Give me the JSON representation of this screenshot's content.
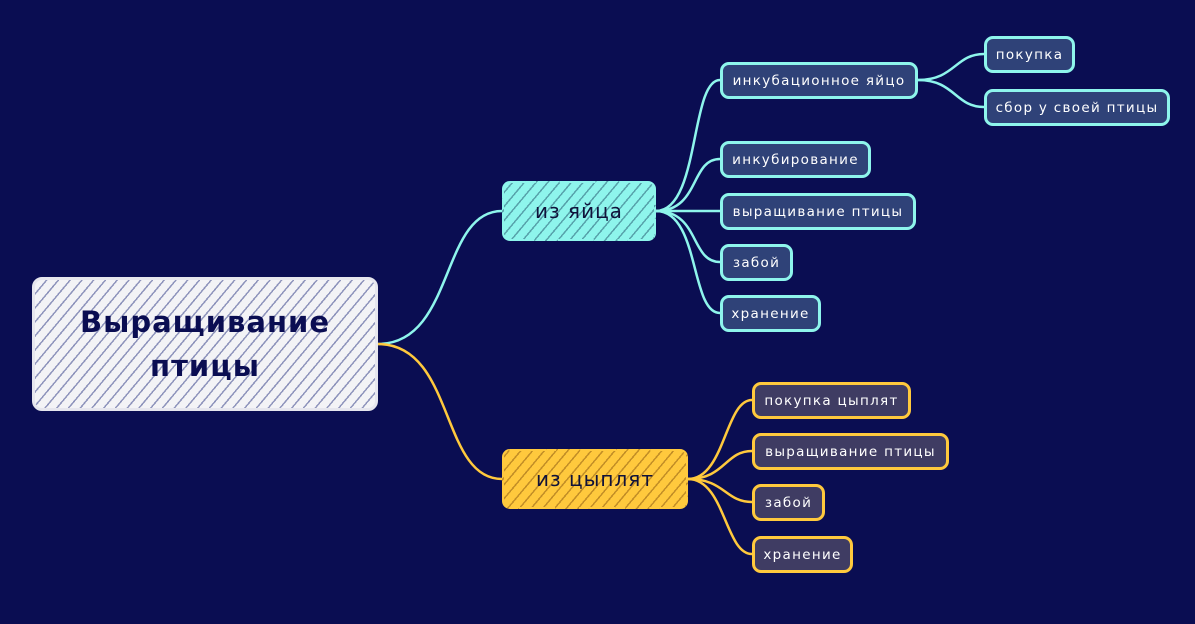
{
  "root": {
    "label": "Выращивание птицы"
  },
  "branches": [
    {
      "label": "из яйца",
      "color": "#8ef5ec",
      "children": [
        {
          "label": "инкубационное яйцо",
          "children": [
            {
              "label": "покупка"
            },
            {
              "label": "сбор у своей птицы"
            }
          ]
        },
        {
          "label": "инкубирование"
        },
        {
          "label": "выращивание птицы"
        },
        {
          "label": "забой"
        },
        {
          "label": "хранение"
        }
      ]
    },
    {
      "label": "из цыплят",
      "color": "#ffc93d",
      "children": [
        {
          "label": "покупка цыплят"
        },
        {
          "label": "выращивание птицы"
        },
        {
          "label": "забой"
        },
        {
          "label": "хранение"
        }
      ]
    }
  ],
  "colors": {
    "background": "#0a0d52",
    "root_fill": "#f3f3f6",
    "teal": "#8ef5ec",
    "gold": "#ffc93d"
  }
}
